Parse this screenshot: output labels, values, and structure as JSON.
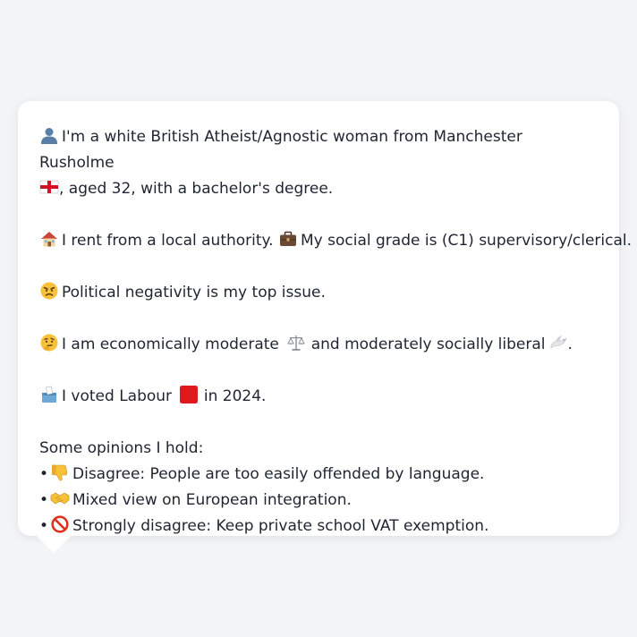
{
  "profile": {
    "identity_text": "I'm a white British Atheist/Agnostic woman from Manchester Rusholme",
    "age_edu_text": ", aged 32, with a bachelor's degree.",
    "housing_text": "I rent from a local authority.",
    "grade_text": "My social grade is (C1) supervisory/clerical.",
    "issue_text": "Political negativity is my top issue.",
    "politics_text_1": "I am economically moderate",
    "politics_text_2": "and moderately socially liberal",
    "politics_text_3": ".",
    "vote_text_1": "I voted Labour",
    "vote_text_2": "in 2024."
  },
  "opinions": {
    "title": "Some opinions I hold:",
    "bullet": "•",
    "items": [
      {
        "icon": "thumbs-down-icon",
        "text": "Disagree: People are too easily offended by language."
      },
      {
        "icon": "handshake-icon",
        "text": "Mixed view on European integration."
      },
      {
        "icon": "prohibited-icon",
        "text": "Strongly disagree: Keep private school VAT exemption."
      }
    ]
  },
  "colors": {
    "background": "#f3f4f6",
    "bubble": "#ffffff",
    "text": "#1f2530",
    "labour_red": "#e0191e"
  }
}
